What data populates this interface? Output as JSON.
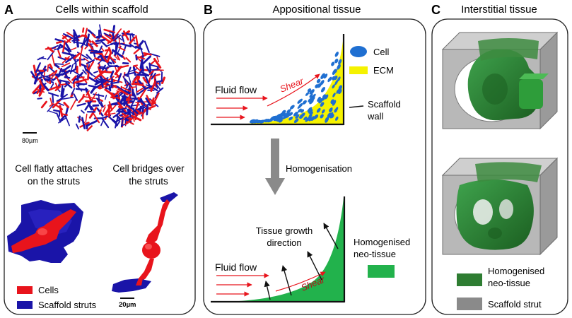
{
  "panel_a": {
    "letter": "A",
    "title": "Cells within scaffold",
    "scale_top": "80µm",
    "label_flat_1": "Cell flatly attaches",
    "label_flat_2": "on the struts",
    "label_bridge_1": "Cell bridges over",
    "label_bridge_2": "the struts",
    "scale_bottom": "20µm",
    "legend_cells": "Cells",
    "legend_struts": "Scaffold struts",
    "color_cells": "#e8141c",
    "color_struts": "#1a14a8"
  },
  "panel_b": {
    "letter": "B",
    "title": "Appositional tissue",
    "legend_cell": "Cell",
    "legend_ecm": "ECM",
    "scaffold_wall_1": "Scaffold",
    "scaffold_wall_2": "wall",
    "fluid_flow_top": "Fluid flow",
    "shear_top": "Shear",
    "homogenisation": "Homogenisation",
    "growth_1": "Tissue growth",
    "growth_2": "direction",
    "homog_1": "Homogenised",
    "homog_2": "neo-tissue",
    "fluid_flow_bottom": "Fluid flow",
    "shear_bottom": "Shear",
    "color_cell": "#1f6fd1",
    "color_ecm": "#f5f200",
    "color_tissue": "#22b24c",
    "color_flow": "#e8141c"
  },
  "panel_c": {
    "letter": "C",
    "title": "Interstitial tissue",
    "legend_tissue_1": "Homogenised",
    "legend_tissue_2": "neo-tissue",
    "legend_strut": "Scaffold strut",
    "color_tissue": "#2e7d32",
    "color_strut": "#8a8a8a"
  }
}
